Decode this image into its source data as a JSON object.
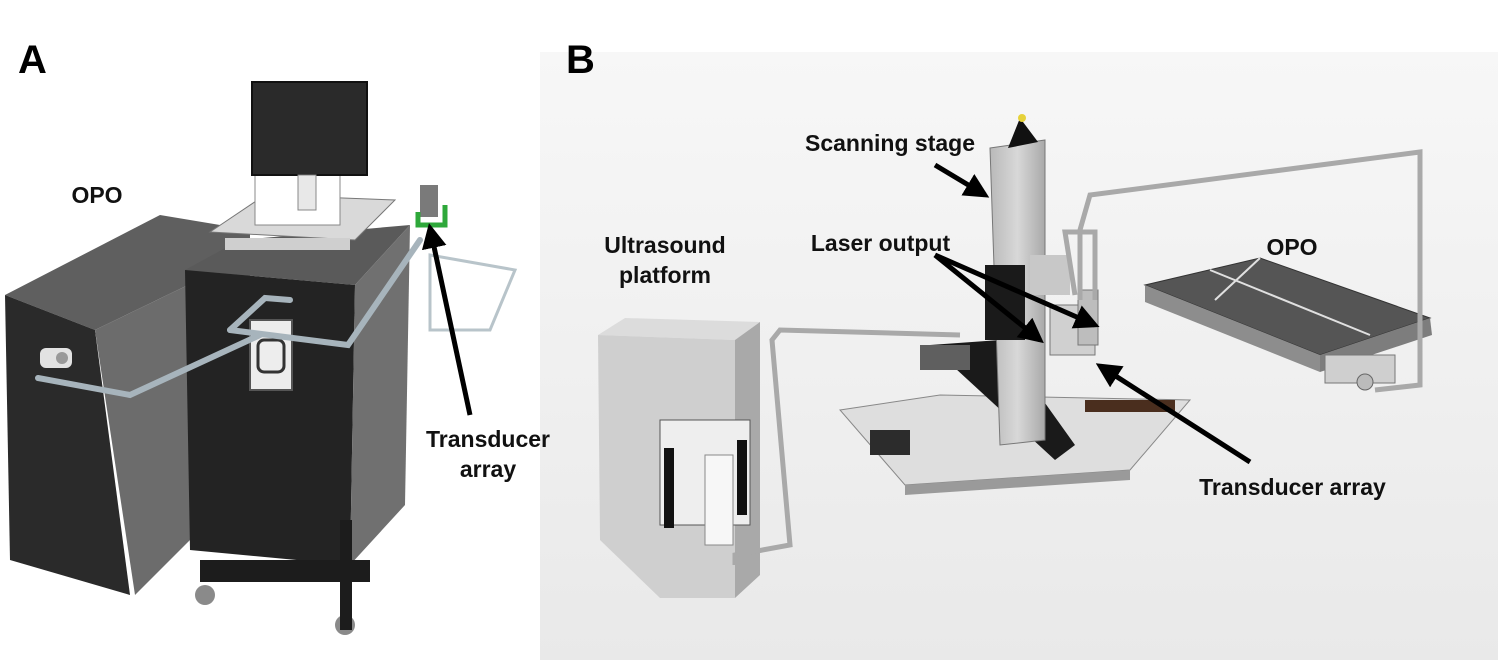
{
  "panel_a": {
    "letter": "A",
    "labels": {
      "opo": "OPO",
      "transducer_line1": "Transducer",
      "transducer_line2": "array"
    }
  },
  "panel_b": {
    "letter": "B",
    "labels": {
      "scanning_stage": "Scanning stage",
      "laser_output": "Laser output",
      "ultrasound_line1": "Ultrasound",
      "ultrasound_line2": "platform",
      "opo": "OPO",
      "transducer_array": "Transducer array"
    }
  },
  "colors": {
    "cabinet": "#2b2b2b",
    "cabinet_side": "#6a6a6a",
    "tube": "#aab4bb",
    "accent_green": "#2ea83a",
    "metal": "#c9c9c9",
    "panel_b_bg": "#f3f3f3"
  }
}
